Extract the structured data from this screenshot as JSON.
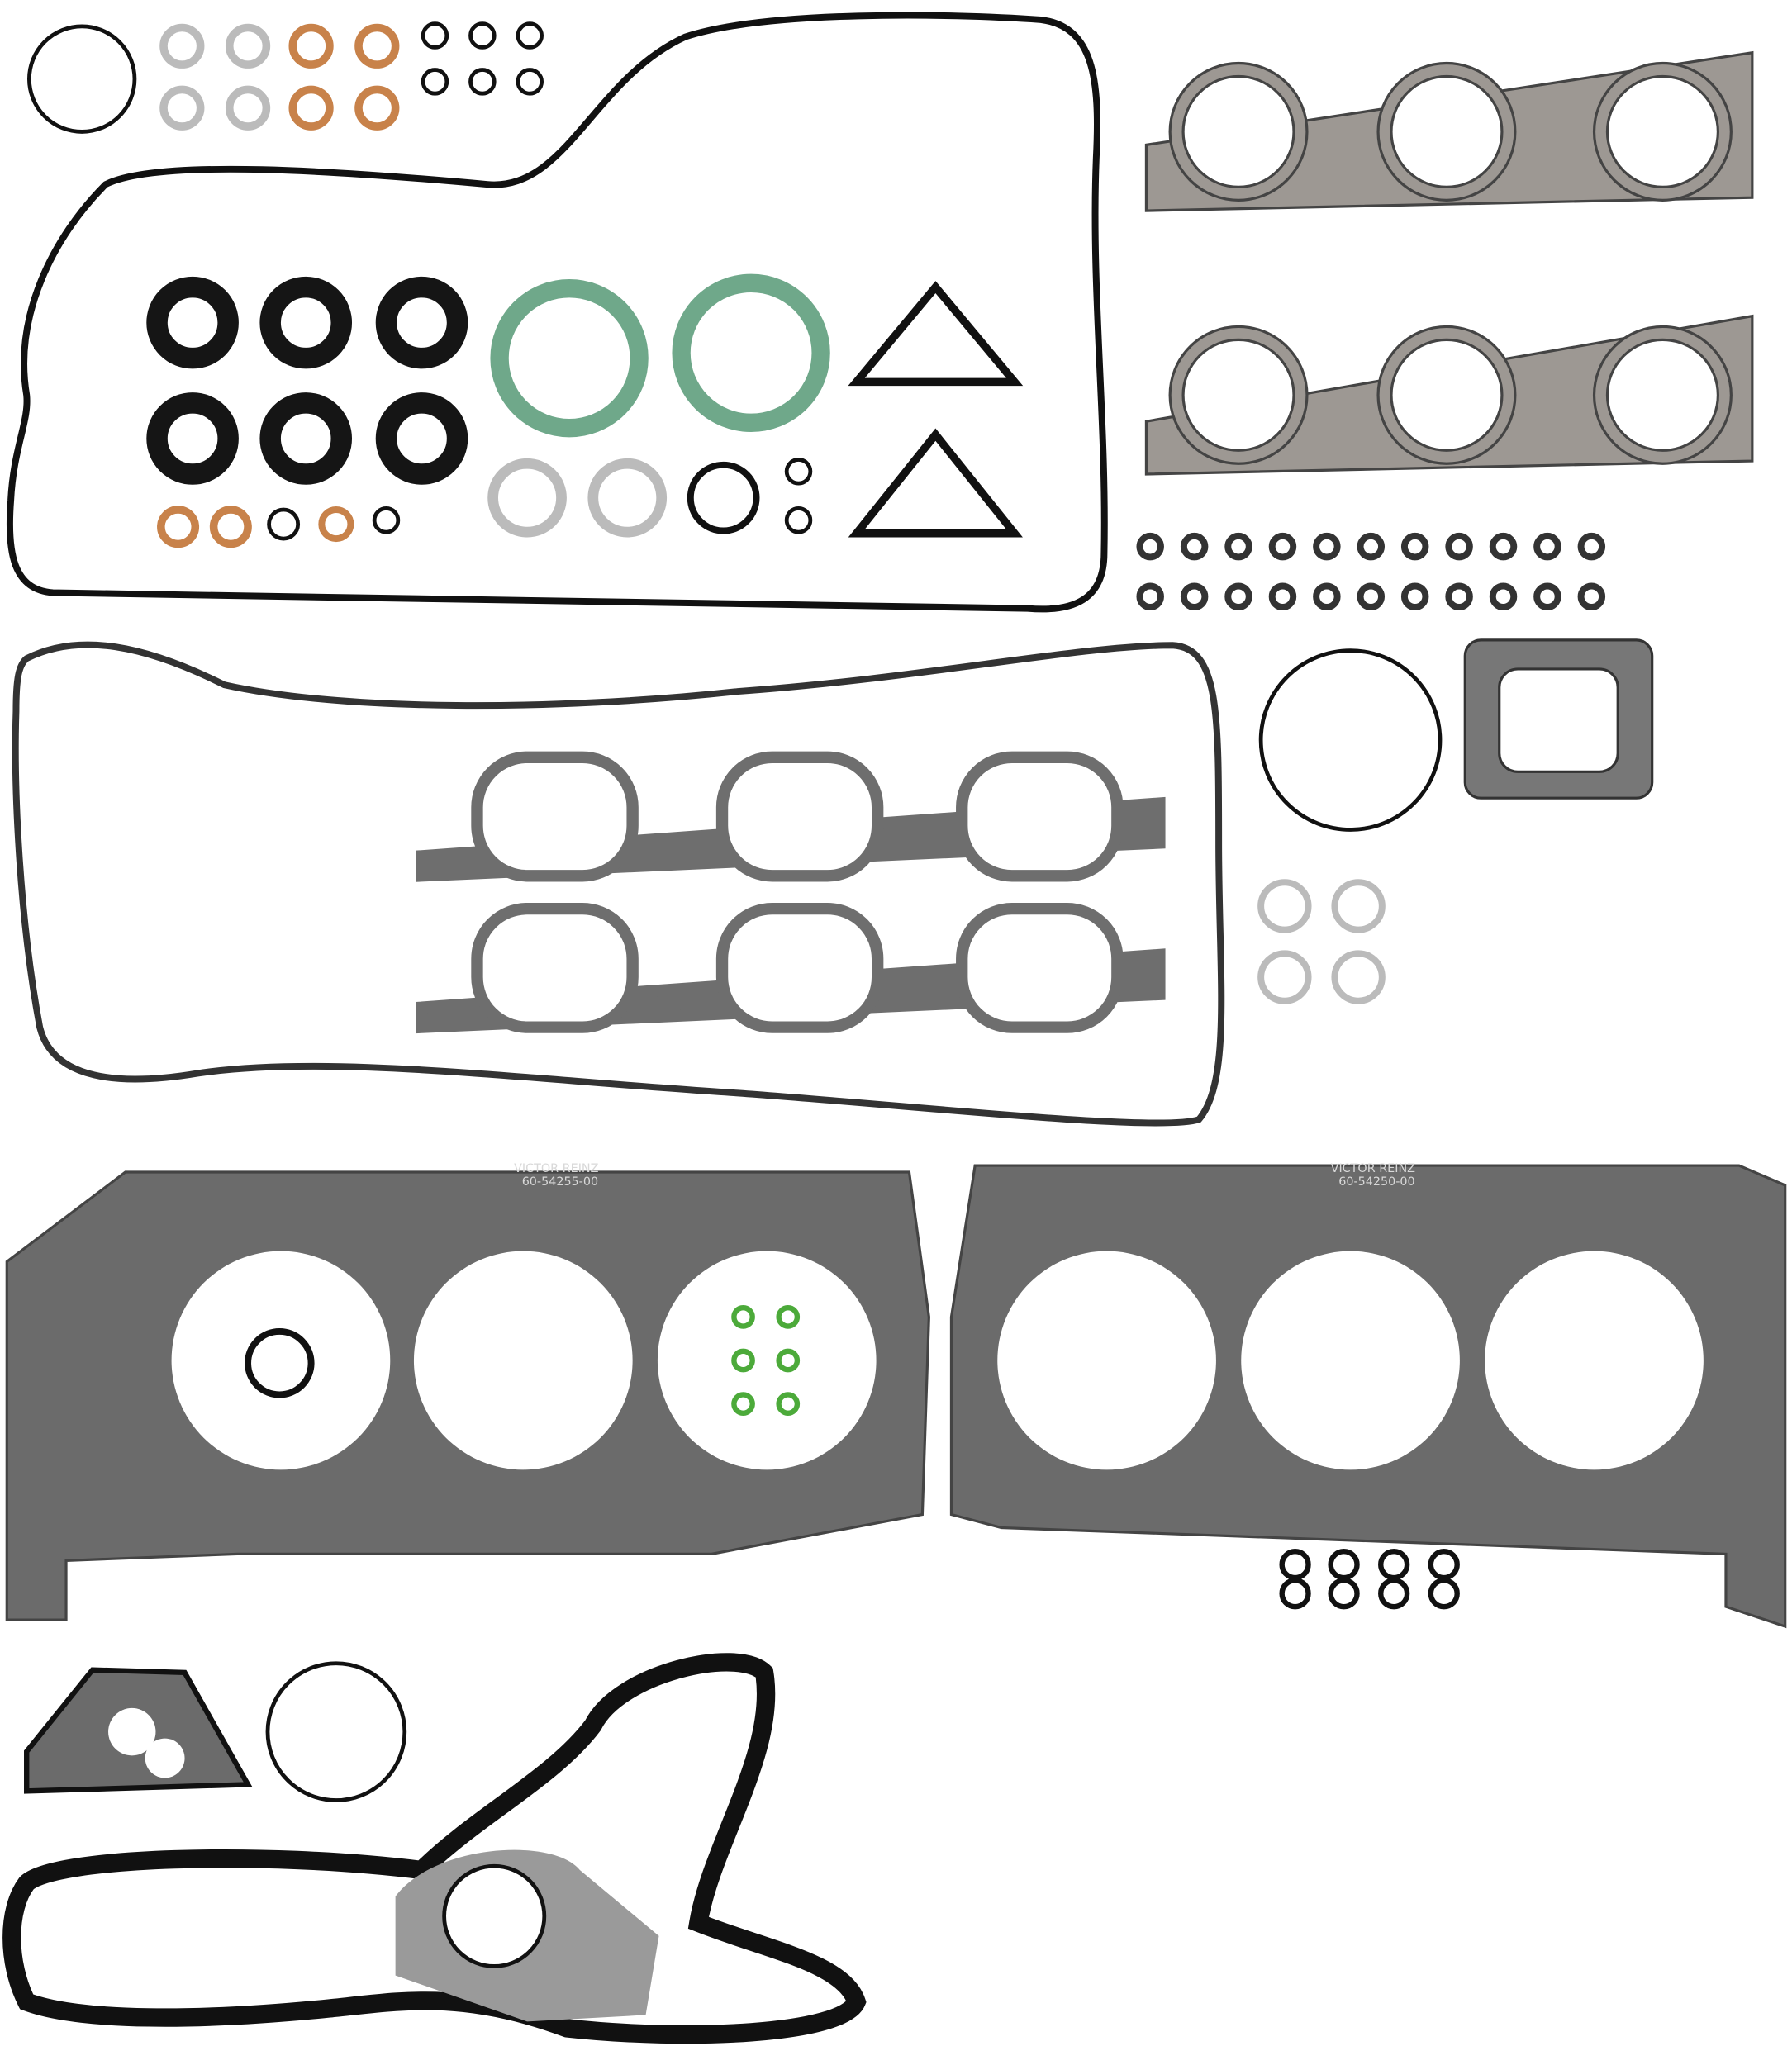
{
  "stamps": {
    "left_head_gasket": {
      "brand": "VICTOR REINZ",
      "part_number": "60-54255-00"
    },
    "right_head_gasket": {
      "brand": "VICTOR REINZ",
      "part_number": "60-54250-00"
    }
  },
  "colors": {
    "black_seal": "#111111",
    "grey_ring": "#b9b9b9",
    "copper_ring": "#c8824a",
    "green_ring": "#6fa88a",
    "exhaust_plate": "#9d9893",
    "head_gasket": "#6b6b6b",
    "intake_gasket": "#6e6e6e",
    "seal_green": "#4caa3a"
  }
}
